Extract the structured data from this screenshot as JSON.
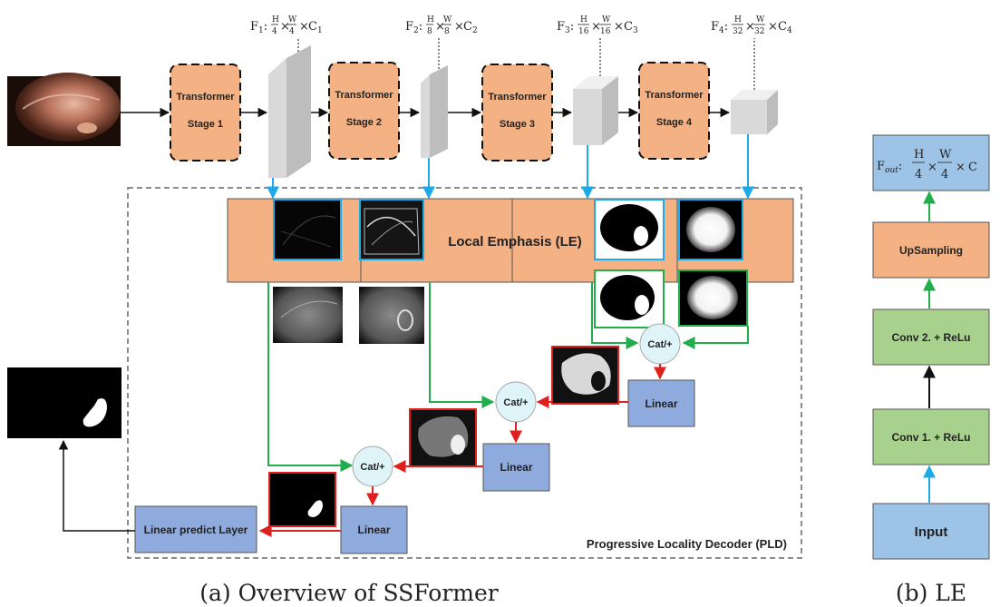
{
  "overview": {
    "stages": [
      {
        "line1": "Transformer",
        "line2": "Stage 1"
      },
      {
        "line1": "Transformer",
        "line2": "Stage 2"
      },
      {
        "line1": "Transformer",
        "line2": "Stage 3"
      },
      {
        "line1": "Transformer",
        "line2": "Stage 4"
      }
    ],
    "features": [
      {
        "name": "F",
        "sub": "1",
        "h": "H",
        "hd": "4",
        "w": "W",
        "wd": "4",
        "c": "C",
        "csub": "1"
      },
      {
        "name": "F",
        "sub": "2",
        "h": "H",
        "hd": "8",
        "w": "W",
        "wd": "8",
        "c": "C",
        "csub": "2"
      },
      {
        "name": "F",
        "sub": "3",
        "h": "H",
        "hd": "16",
        "w": "W",
        "wd": "16",
        "c": "C",
        "csub": "3"
      },
      {
        "name": "F",
        "sub": "4",
        "h": "H",
        "hd": "32",
        "w": "W",
        "wd": "32",
        "c": "C",
        "csub": "4"
      }
    ],
    "le_label": "Local Emphasis (LE)",
    "cat_label": "Cat/+",
    "linear_label": "Linear",
    "predict_label": "Linear predict Layer",
    "pld_label": "Progressive Locality Decoder (PLD)",
    "caption": "(a) Overview of SSFormer"
  },
  "le_detail": {
    "output": {
      "name": "F",
      "sub": "out",
      "h": "H",
      "hd": "4",
      "w": "W",
      "wd": "4",
      "c": "C"
    },
    "upsampling": "UpSampling",
    "conv2": "Conv 2. + ReLu",
    "conv1": "Conv 1. + ReLu",
    "input": "Input",
    "caption": "(b) LE"
  },
  "colors": {
    "stage_fill": "#f4b183",
    "le_fill": "#f4b183",
    "linear_fill": "#8faadc",
    "conv_fill": "#a9d18e",
    "io_fill": "#9dc3e6",
    "cat_fill": "#dff4f8",
    "arrow_blue": "#1eaae7",
    "arrow_green": "#1fae4b",
    "arrow_red": "#e01f1f",
    "feature_map": "#d9d9d9"
  }
}
